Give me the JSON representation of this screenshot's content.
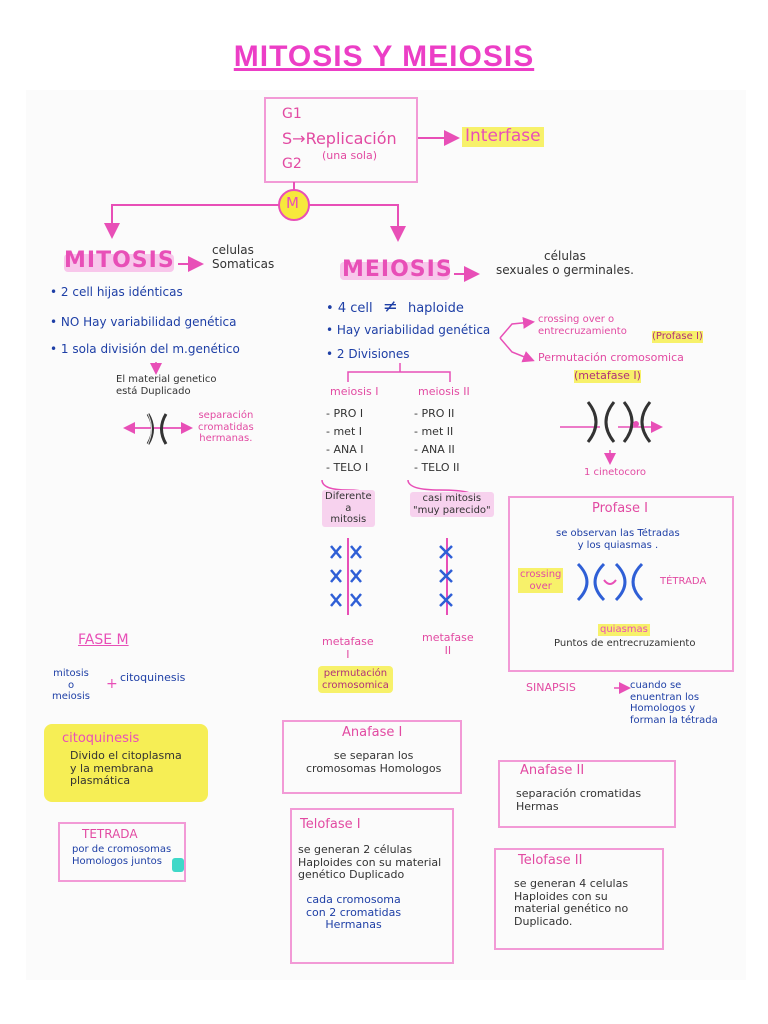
{
  "title": "MITOSIS Y MEIOSIS",
  "interphase": {
    "g1": "G1",
    "s": "S→Replicación",
    "s_note": "(una sola)",
    "g2": "G2",
    "label": "Interfase",
    "m": "M"
  },
  "mitosis": {
    "heading": "MITOSIS",
    "cells": "celulas\nSomaticas",
    "b1": "2 cell hijas idénticas",
    "b2": "NO Hay variabilidad genética",
    "b3": "1 sola división del m.genético",
    "note": "El material genetico\nestá Duplicado",
    "sep": "separación\ncromatidas\nhermanas."
  },
  "meiosis": {
    "heading": "MEIOSIS",
    "cells": "células\nsexuales o germinales.",
    "b1": "4 cell",
    "neq": "≠",
    "b1b": "haploide",
    "b2": "Hay variabilidad genética",
    "b3": "2 Divisiones",
    "crossing": "crossing over o\nentrecruzamiento",
    "crossing_tag": "(Profase I)",
    "perm": "Permutación cromosomica",
    "perm_tag": "(metafase I)",
    "cinetocoro": "1 cinetocoro",
    "m1": "meiosis I",
    "m2": "meiosis II",
    "m1_list": [
      "- PRO I",
      "- met I",
      "- ANA I",
      "- TELO I"
    ],
    "m2_list": [
      "- PRO II",
      "- met II",
      "- ANA II",
      "- TELO II"
    ],
    "diff": "Diferente\na\nmitosis",
    "casi": "casi mitosis\n\"muy parecido\"",
    "metafase1": "metafase\nI",
    "metafase2": "metafase\nII",
    "perm_box": "permutación\ncromosomica"
  },
  "fase_m": {
    "heading": "FASE M",
    "left": "mitosis\no\nmeiosis",
    "plus": "+",
    "right": "citoquinesis"
  },
  "citoquinesis": {
    "heading": "citoquinesis",
    "text": "Divido el citoplasma\ny la membrana\nplasmática"
  },
  "tetrada": {
    "heading": "TETRADA",
    "text": "por de cromosomas\nHomologos juntos"
  },
  "profase1": {
    "heading": "Profase I",
    "text": "se observan las Tétradas\ny los quiasmas .",
    "crossing": "crossing\nover",
    "tetrada": "TÉTRADA",
    "quiasmas": "quiasmas",
    "puntos": "Puntos de entrecruzamiento"
  },
  "sinapsis": {
    "label": "SINAPSIS",
    "text": "cuando se\nenuentran los\nHomologos y\nforman la tétrada"
  },
  "anafase1": {
    "heading": "Anafase I",
    "text": "se separan los\ncromosomas Homologos"
  },
  "anafase2": {
    "heading": "Anafase II",
    "text": "separación cromatidas\nHermas"
  },
  "telofase1": {
    "heading": "Telofase I",
    "text": "se generan 2 células\nHaploides con su material\ngenético Duplicado",
    "text2": "cada cromosoma\ncon 2 cromatidas\nHermanas"
  },
  "telofase2": {
    "heading": "Telofase II",
    "text": "se generan 4 celulas\nHaploides con su\nmaterial genético no\nDuplicado."
  },
  "colors": {
    "pink": "#e84fb7",
    "blue": "#1e3fa6",
    "yellow": "#f7f16a",
    "chromosome": "#2f5fd6"
  }
}
